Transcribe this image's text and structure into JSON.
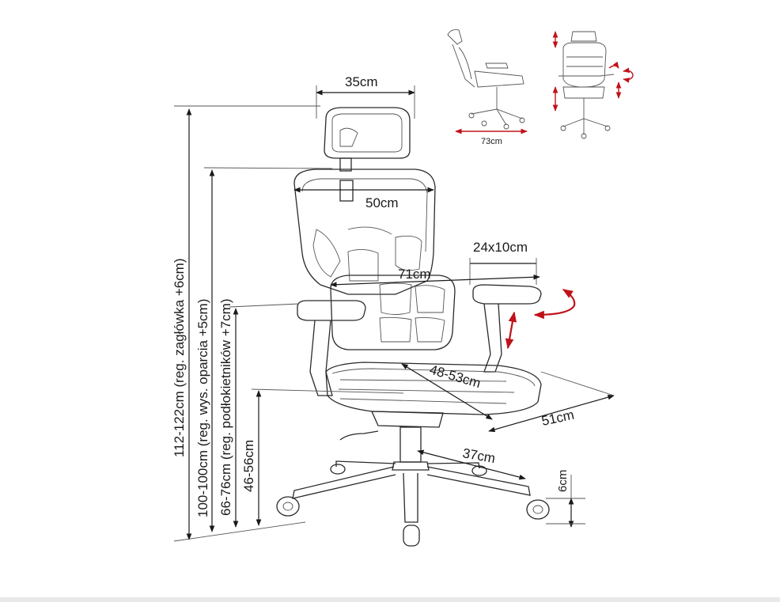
{
  "colors": {
    "ink": "#1a1a1a",
    "accent_arrow": "#c0121a",
    "background": "#ffffff"
  },
  "dimensions": {
    "headrest_width": "35cm",
    "backrest_width": "50cm",
    "armrest_pad": "24x10cm",
    "armrest_span": "71cm",
    "seat_depth": "48-53cm",
    "seat_width": "51cm",
    "base_radius": "37cm",
    "wheel_height": "6cm",
    "total_height": "112-122cm (reg. zagłówka +6cm)",
    "backrest_height": "100-100cm (reg. wys. oparcia +5cm)",
    "armrest_height": "66-76cm (reg. podłokietników +7cm)",
    "seat_height": "46-56cm"
  },
  "thumbnails": {
    "side_view_depth": "73cm"
  }
}
